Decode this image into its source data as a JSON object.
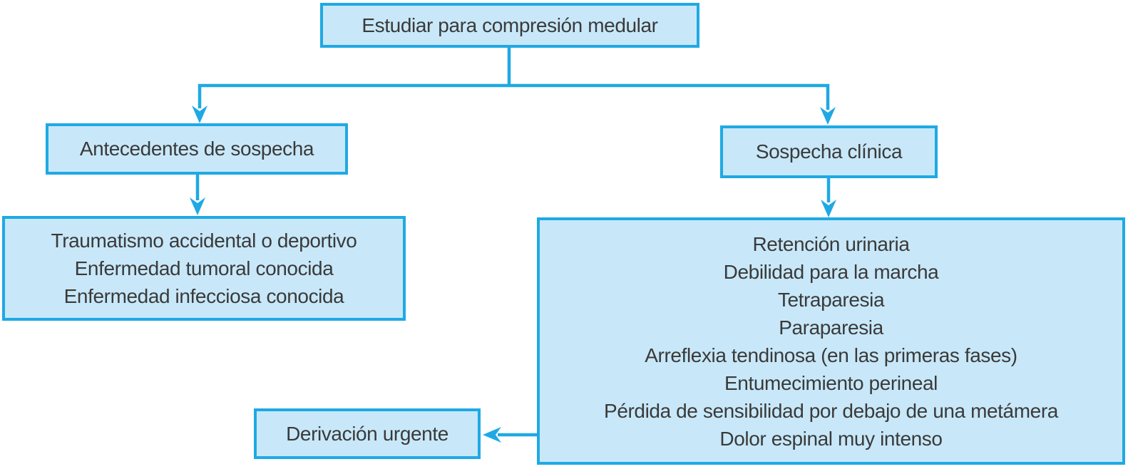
{
  "diagram": {
    "title": "Estudiar para compresión medular",
    "colors": {
      "border": "#1fa9e4",
      "fill": "#c8e8f9",
      "text": "#3a3a3a"
    },
    "boxes": {
      "root": {
        "label": "Estudiar para compresión medular"
      },
      "antecedentes": {
        "label": "Antecedentes de sospecha"
      },
      "sospecha": {
        "label": "Sospecha clínica"
      },
      "antecedentes_detail": {
        "lines": [
          "Traumatismo accidental o deportivo",
          "Enfermedad tumoral conocida",
          "Enfermedad infecciosa conocida"
        ]
      },
      "sospecha_detail": {
        "lines": [
          "Retención urinaria",
          "Debilidad para la marcha",
          "Tetraparesia",
          "Paraparesia",
          "Arreflexia tendinosa (en las primeras fases)",
          "Entumecimiento perineal",
          "Pérdida de sensibilidad por debajo de una metámera",
          "Dolor espinal muy intenso"
        ]
      },
      "derivacion": {
        "label": "Derivación urgente"
      }
    }
  }
}
